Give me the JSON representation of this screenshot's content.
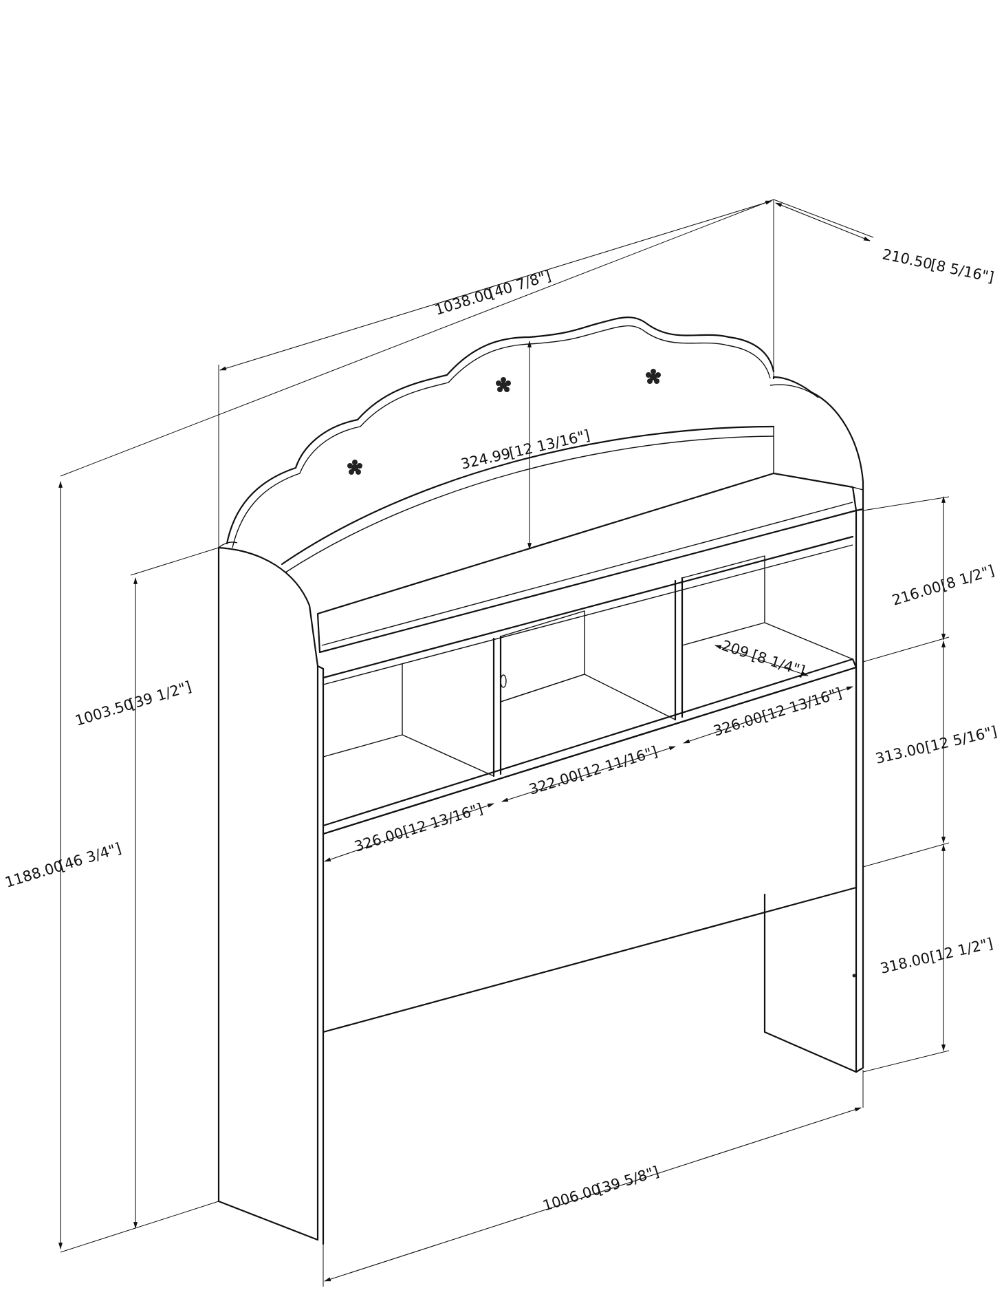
{
  "colors": {
    "ink": "#111111",
    "paper": "#ffffff"
  },
  "dimensions": {
    "top_width": {
      "mm": "1038.00",
      "in": "[40 7/8\"]"
    },
    "depth": {
      "mm": "210.50",
      "in": "[8 5/16\"]"
    },
    "arch_height": {
      "mm": "324.99",
      "in": "[12 13/16\"]"
    },
    "overall_height": {
      "mm": "1188.00",
      "in": "[46 3/4\"]"
    },
    "inner_height": {
      "mm": "1003.50",
      "in": "[39 1/2\"]"
    },
    "upper_section": {
      "mm": "216.00",
      "in": "[8 1/2\"]"
    },
    "cubby_height": {
      "mm": "313.00",
      "in": "[12 5/16\"]"
    },
    "leg_height": {
      "mm": "318.00",
      "in": "[12 1/2\"]"
    },
    "cubby_depth": {
      "mm": "209",
      "in": "[8 1/4\"]"
    },
    "cubby_left": {
      "mm": "326.00",
      "in": "[12 13/16\"]"
    },
    "cubby_middle": {
      "mm": "322.00",
      "in": "[12 11/16\"]"
    },
    "cubby_right": {
      "mm": "326.00",
      "in": "[12 13/16\"]"
    },
    "bottom_width": {
      "mm": "1006.00",
      "in": "[39 5/8\"]"
    }
  },
  "decor": {
    "flower": "flower-icon"
  }
}
